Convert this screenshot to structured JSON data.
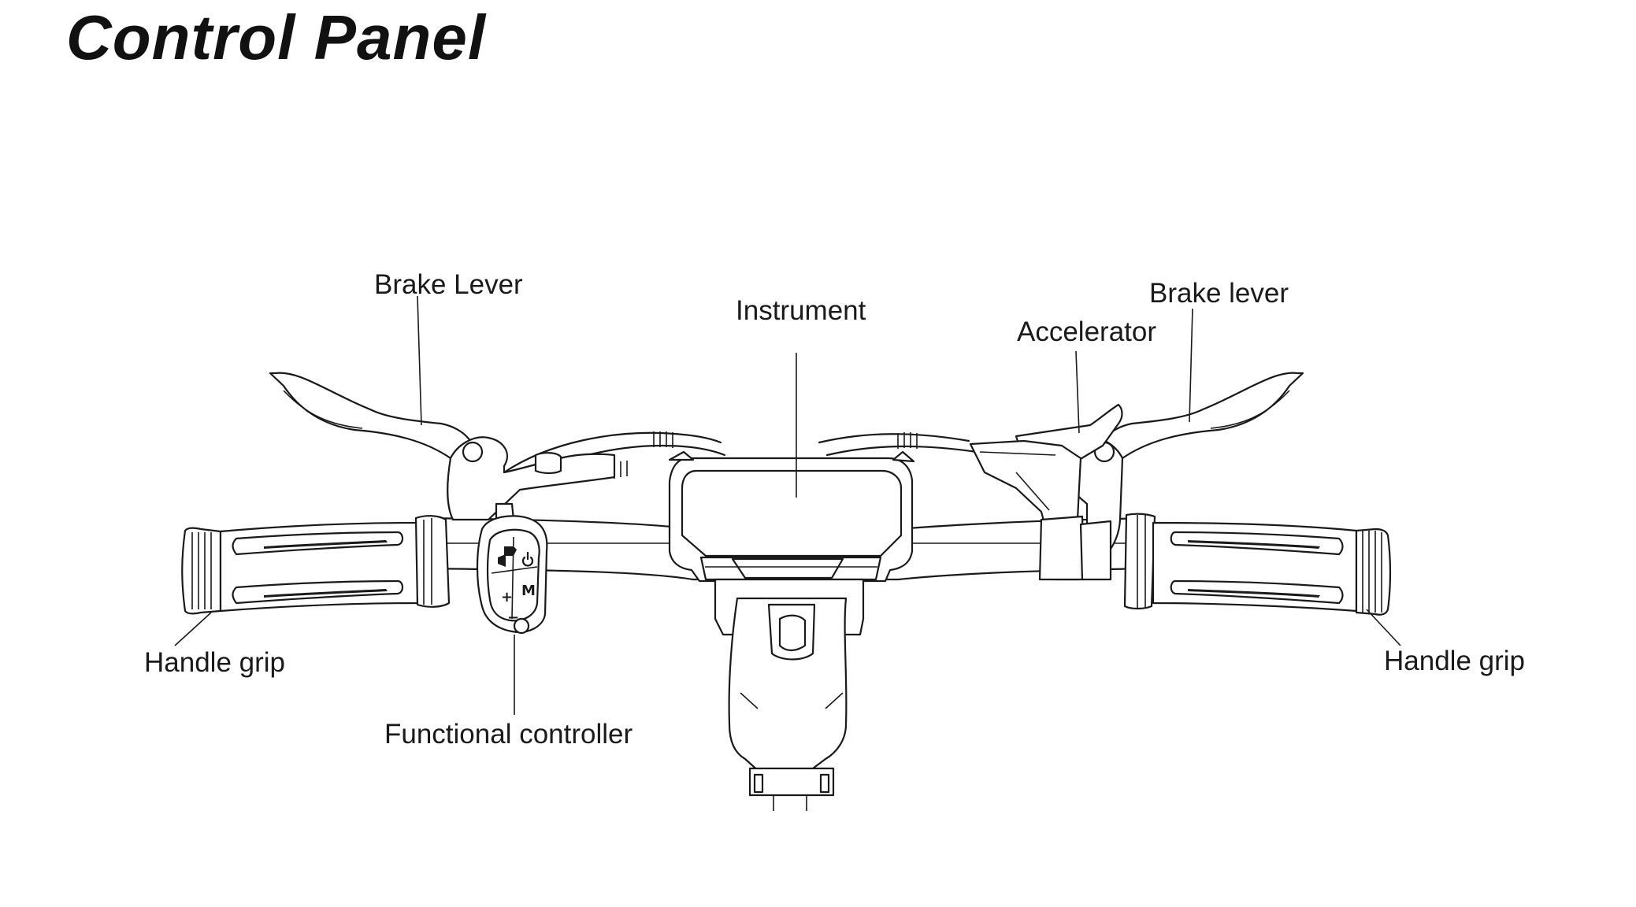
{
  "title": "Control Panel",
  "labels": {
    "brake_lever_left": "Brake Lever",
    "instrument": "Instrument",
    "accelerator": "Accelerator",
    "brake_lever_right": "Brake lever",
    "handle_grip_left": "Handle grip",
    "handle_grip_right": "Handle grip",
    "functional_controller": "Functional controller"
  },
  "controller_buttons": {
    "plus": "+",
    "minus": "−",
    "mode": "M"
  },
  "icons": [
    "headlight-icon",
    "horn-icon",
    "power-icon"
  ]
}
